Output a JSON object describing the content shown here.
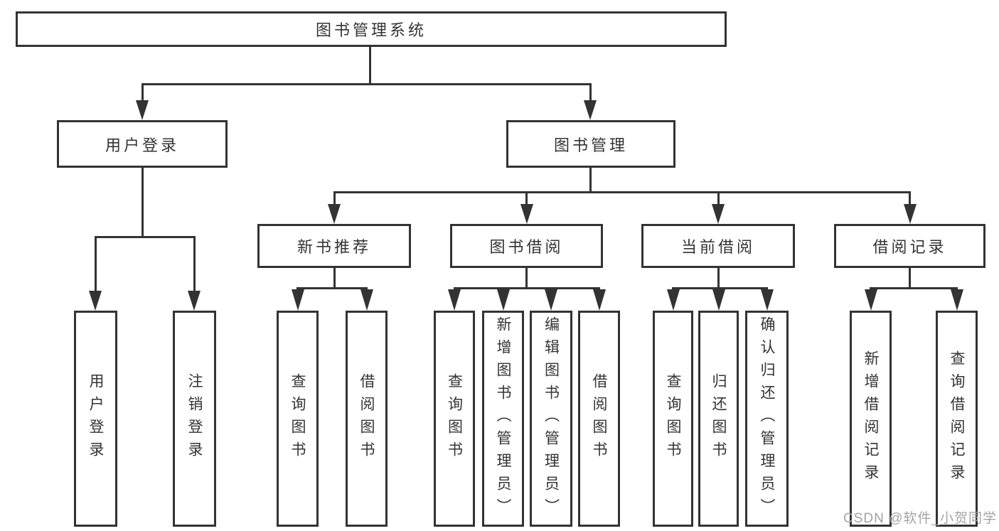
{
  "colors": {
    "line": "#333333",
    "text": "#333333",
    "watermark": "#a3a3a3",
    "background": "#ffffff"
  },
  "watermark": {
    "text": "CSDN @软件_小贺同学"
  },
  "tree": {
    "root": {
      "label": "图书管理系统"
    },
    "level1": [
      {
        "label": "用户登录",
        "children": [
          {
            "label": "用户登录"
          },
          {
            "label": "注销登录"
          }
        ]
      },
      {
        "label": "图书管理",
        "children": [
          {
            "label": "新书推荐",
            "children": [
              {
                "label": "查询图书"
              },
              {
                "label": "借阅图书"
              }
            ]
          },
          {
            "label": "图书借阅",
            "children": [
              {
                "label": "查询图书"
              },
              {
                "label": "新增图书（管理员）"
              },
              {
                "label": "编辑图书（管理员）"
              },
              {
                "label": "借阅图书"
              }
            ]
          },
          {
            "label": "当前借阅",
            "children": [
              {
                "label": "查询图书"
              },
              {
                "label": "归还图书"
              },
              {
                "label": "确认归还（管理员）"
              }
            ]
          },
          {
            "label": "借阅记录",
            "children": [
              {
                "label": "新增借阅记录"
              },
              {
                "label": "查询借阅记录"
              }
            ]
          }
        ]
      }
    ]
  }
}
